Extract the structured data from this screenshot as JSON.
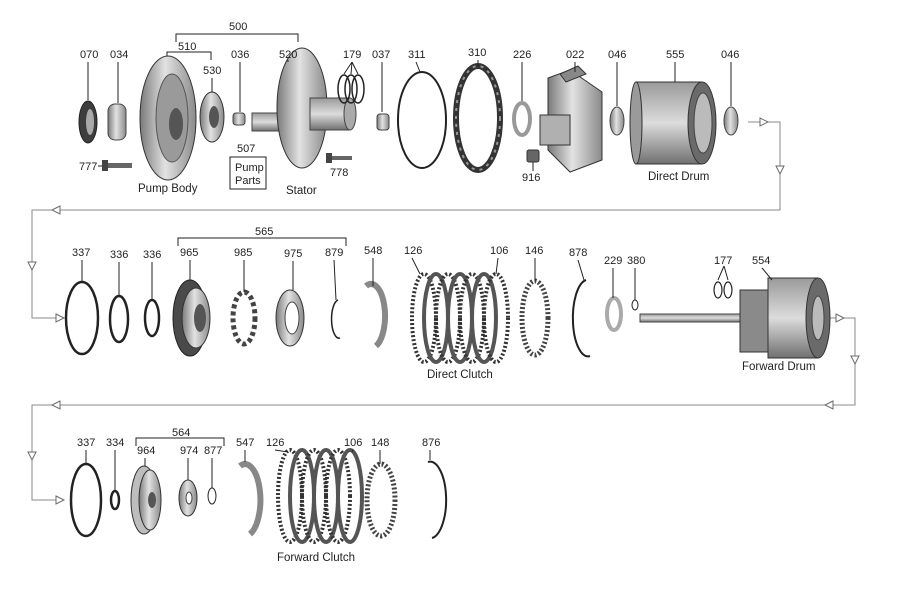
{
  "labels": {
    "n070": "070",
    "n034": "034",
    "n500": "500",
    "n510": "510",
    "n530": "530",
    "n036": "036",
    "n520": "520",
    "n179": "179",
    "n037": "037",
    "n311": "311",
    "n310": "310",
    "n226": "226",
    "n022": "022",
    "n046a": "046",
    "n555": "555",
    "n046b": "046",
    "n507": "507",
    "n777": "777",
    "n778": "778",
    "n916": "916",
    "n565": "565",
    "n337a": "337",
    "n336a": "336",
    "n336b": "336",
    "n965": "965",
    "n985": "985",
    "n975": "975",
    "n879": "879",
    "n548": "548",
    "n126a": "126",
    "n106a": "106",
    "n146": "146",
    "n878": "878",
    "n229": "229",
    "n380": "380",
    "n177": "177",
    "n554": "554",
    "n337b": "337",
    "n334": "334",
    "n564": "564",
    "n964": "964",
    "n974": "974",
    "n877": "877",
    "n547": "547",
    "n126b": "126",
    "n106b": "106",
    "n148": "148",
    "n876": "876"
  },
  "captions": {
    "pump_body": "Pump Body",
    "pump_parts_line1": "Pump",
    "pump_parts_line2": "Parts",
    "stator": "Stator",
    "direct_drum": "Direct Drum",
    "direct_clutch": "Direct Clutch",
    "forward_drum": "Forward  Drum",
    "forward_clutch": "Forward  Clutch"
  },
  "colors": {
    "part_dark": "#4a4a4a",
    "part_light": "#c8c8c8",
    "flow_arrow": "#8a8a8a"
  }
}
